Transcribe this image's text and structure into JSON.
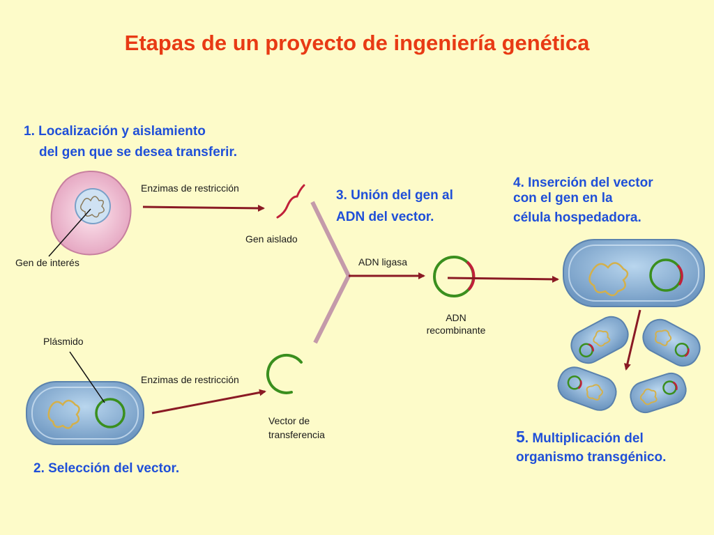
{
  "title": "Etapas de un proyecto de ingeniería genética",
  "steps": {
    "s1_line1": "1. Localización y aislamiento",
    "s1_line2": "del gen que se desea transferir.",
    "s2": "2. Selección del vector.",
    "s3_line1": "3. Unión del gen al",
    "s3_line2": "ADN del vector.",
    "s4_line1": "4. Inserción del vector",
    "s4_line2": "con el gen en la",
    "s4_line3": "célula hospedadora.",
    "s5_num": "5",
    "s5_line1": ". Multiplicación del",
    "s5_line2": "organismo transgénico."
  },
  "labels": {
    "enzimas_top": "Enzimas de restricción",
    "gen_aislado": "Gen aislado",
    "gen_interes": "Gen de interés",
    "plasmido": "Plásmido",
    "enzimas_bottom": "Enzimas de restricción",
    "vector_line1": "Vector de",
    "vector_line2": "transferencia",
    "adn_ligasa": "ADN ligasa",
    "adn_line1": "ADN",
    "adn_line2": "recombinante"
  },
  "colors": {
    "title": "#e83a14",
    "step_text": "#1f4fd8",
    "background": "#fdfbc9",
    "arrow": "#8a1a24",
    "connector": "#c49aaa",
    "plasmid_green": "#3a8f1e",
    "gene_red": "#c0203a",
    "cell_blue": "#8fb8dc"
  }
}
